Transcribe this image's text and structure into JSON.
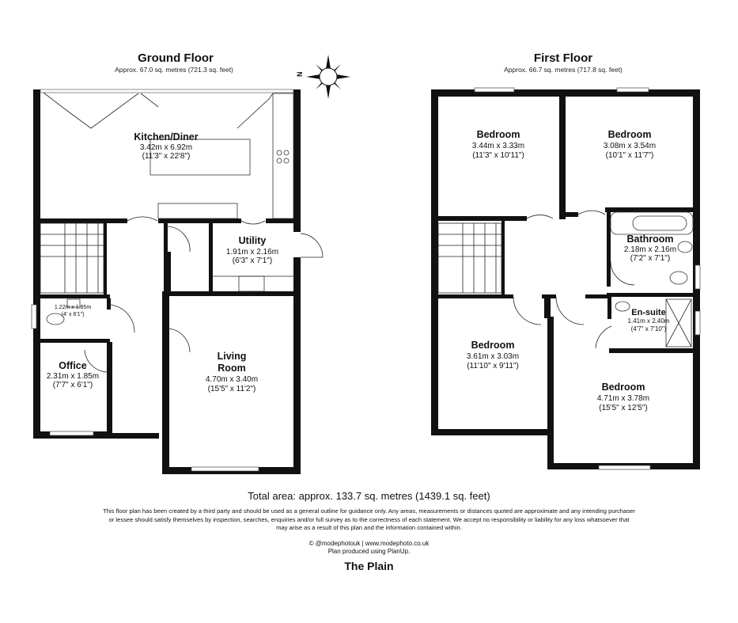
{
  "ground_floor": {
    "title": "Ground Floor",
    "area": "Approx. 67.0 sq. metres (721.3 sq. feet)",
    "rooms": {
      "kitchen": {
        "name": "Kitchen/Diner",
        "metric": "3.42m x 6.92m",
        "imperial": "(11'3\" x 22'8\")"
      },
      "utility": {
        "name": "Utility",
        "metric": "1.91m x 2.16m",
        "imperial": "(6'3\" x 7'1\")"
      },
      "wc": {
        "metric": "1.22m x 1.85m",
        "imperial": "(4' x 6'1\")"
      },
      "office": {
        "name": "Office",
        "metric": "2.31m x 1.85m",
        "imperial": "(7'7\" x 6'1\")"
      },
      "living": {
        "name_line1": "Living",
        "name_line2": "Room",
        "metric": "4.70m x 3.40m",
        "imperial": "(15'5\" x 11'2\")"
      }
    }
  },
  "first_floor": {
    "title": "First Floor",
    "area": "Approx. 66.7 sq. metres (717.8 sq. feet)",
    "rooms": {
      "bedroom1": {
        "name": "Bedroom",
        "metric": "3.44m x 3.33m",
        "imperial": "(11'3\" x 10'11\")"
      },
      "bedroom2": {
        "name": "Bedroom",
        "metric": "3.08m x 3.54m",
        "imperial": "(10'1\" x 11'7\")"
      },
      "bathroom": {
        "name": "Bathroom",
        "metric": "2.18m x 2.16m",
        "imperial": "(7'2\" x 7'1\")"
      },
      "ensuite": {
        "name": "En-suite",
        "metric": "1.41m x 2.40m",
        "imperial": "(4'7\" x 7'10\")"
      },
      "bedroom3": {
        "name": "Bedroom",
        "metric": "3.61m x 3.03m",
        "imperial": "(11'10\" x 9'11\")"
      },
      "bedroom4": {
        "name": "Bedroom",
        "metric": "4.71m x 3.78m",
        "imperial": "(15'5\" x 12'5\")"
      }
    }
  },
  "compass": {
    "label": "N",
    "icon": "compass-rose-icon"
  },
  "footer": {
    "total_area": "Total area: approx. 133.7 sq. metres (1439.1 sq. feet)",
    "disclaimer": "This floor plan has been created by a third party and should be used as a general outline for guidance only. Any areas, measurements or distances quoted are approximate and any intending purchaser or lessee should satisfy themselves by inspection, searches, enquiries and/or full survey as to the correctness of each statement. We accept no responsibility or liability for any loss whatsoever that may arise as a result of this plan and the information contained within.",
    "credit_line1": "© @modephotouk | www.modephoto.co.uk",
    "credit_line2": "Plan produced using PlanUp.",
    "property_name": "The Plain"
  },
  "colors": {
    "wall": "#111111",
    "background": "#ffffff"
  }
}
